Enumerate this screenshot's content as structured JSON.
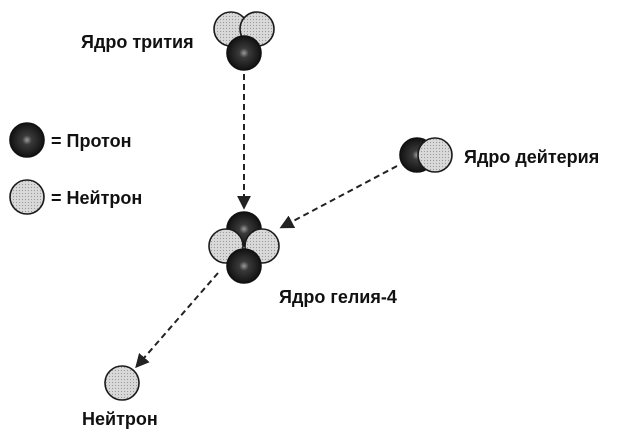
{
  "labels": {
    "tritium": "Ядро трития",
    "deuterium": "Ядро дейтерия",
    "helium": "Ядро гелия-4",
    "neutron_out": "Нейтрон"
  },
  "legend": {
    "proton": "= Протон",
    "neutron": "= Нейтрон"
  },
  "colors": {
    "proton": "#151515",
    "proton_highlight": "#8a8a8a",
    "neutron": "#d3d3d3",
    "outline": "#1a1a1a",
    "arrow": "#222222"
  },
  "icons": {
    "proton": "dark-sphere",
    "neutron": "light-dotted-sphere"
  }
}
